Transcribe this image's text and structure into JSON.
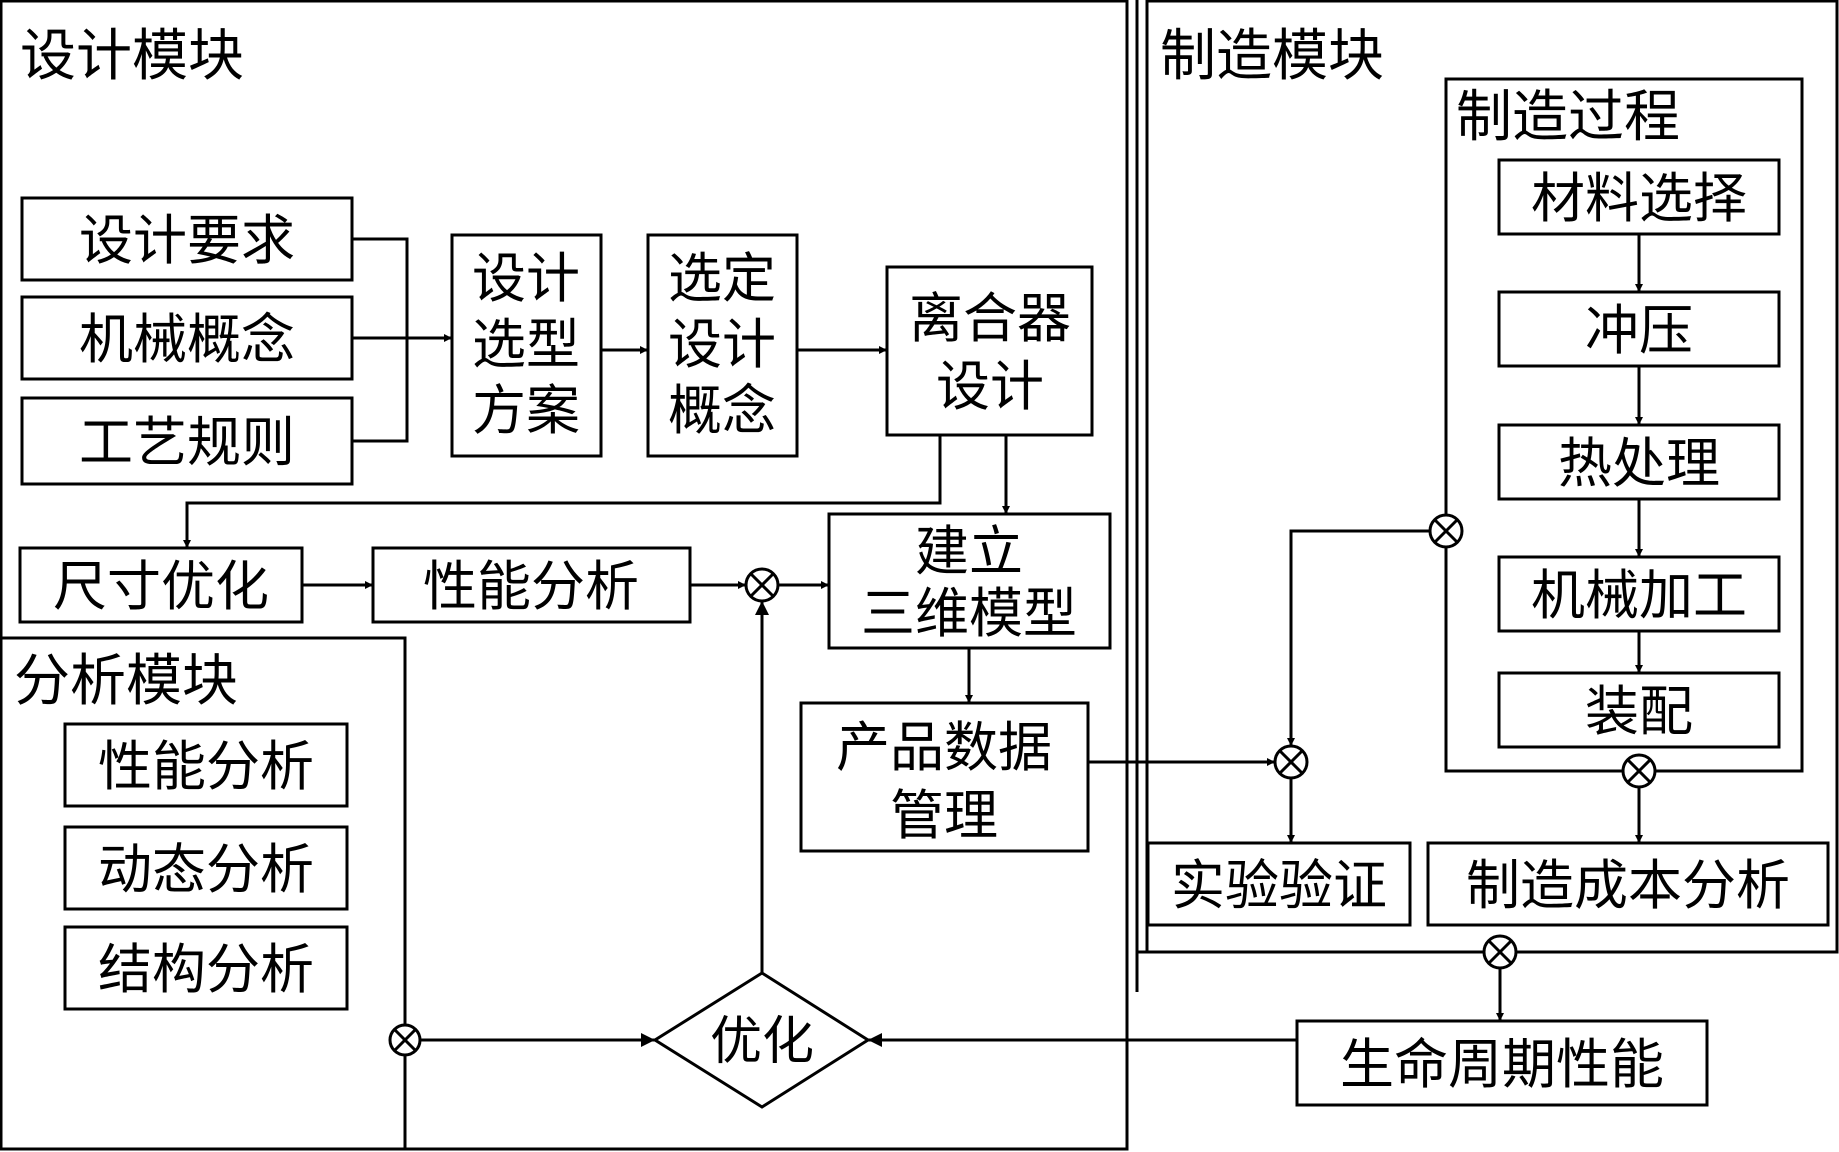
{
  "design_module": {
    "title": "设计模块",
    "requirements": "设计要求",
    "mechanical_concept": "机械概念",
    "process_rules": "工艺规则",
    "selection_scheme": [
      "设计",
      "选型",
      "方案"
    ],
    "selected_concept": [
      "选定",
      "设计",
      "概念"
    ],
    "clutch_design": [
      "离合器",
      "设计"
    ],
    "size_optimization": "尺寸优化",
    "performance_analysis": "性能分析",
    "build_3d_model": [
      "建立",
      "三维模型"
    ],
    "pdm": [
      "产品数据",
      "管理"
    ]
  },
  "analysis_module": {
    "title": "分析模块",
    "items": [
      "性能分析",
      "动态分析",
      "结构分析"
    ]
  },
  "manufacturing_module": {
    "title": "制造模块",
    "process_title": "制造过程",
    "steps": [
      "材料选择",
      "冲压",
      "热处理",
      "机械加工",
      "装配"
    ],
    "experiment_verification": "实验验证",
    "cost_analysis": "制造成本分析"
  },
  "optimization": "优化",
  "lifecycle_performance": "生命周期性能",
  "colors": {
    "line": "#000000",
    "background": "#ffffff"
  },
  "icon_names": [
    "summing-junction-icon",
    "arrowhead-icon"
  ]
}
